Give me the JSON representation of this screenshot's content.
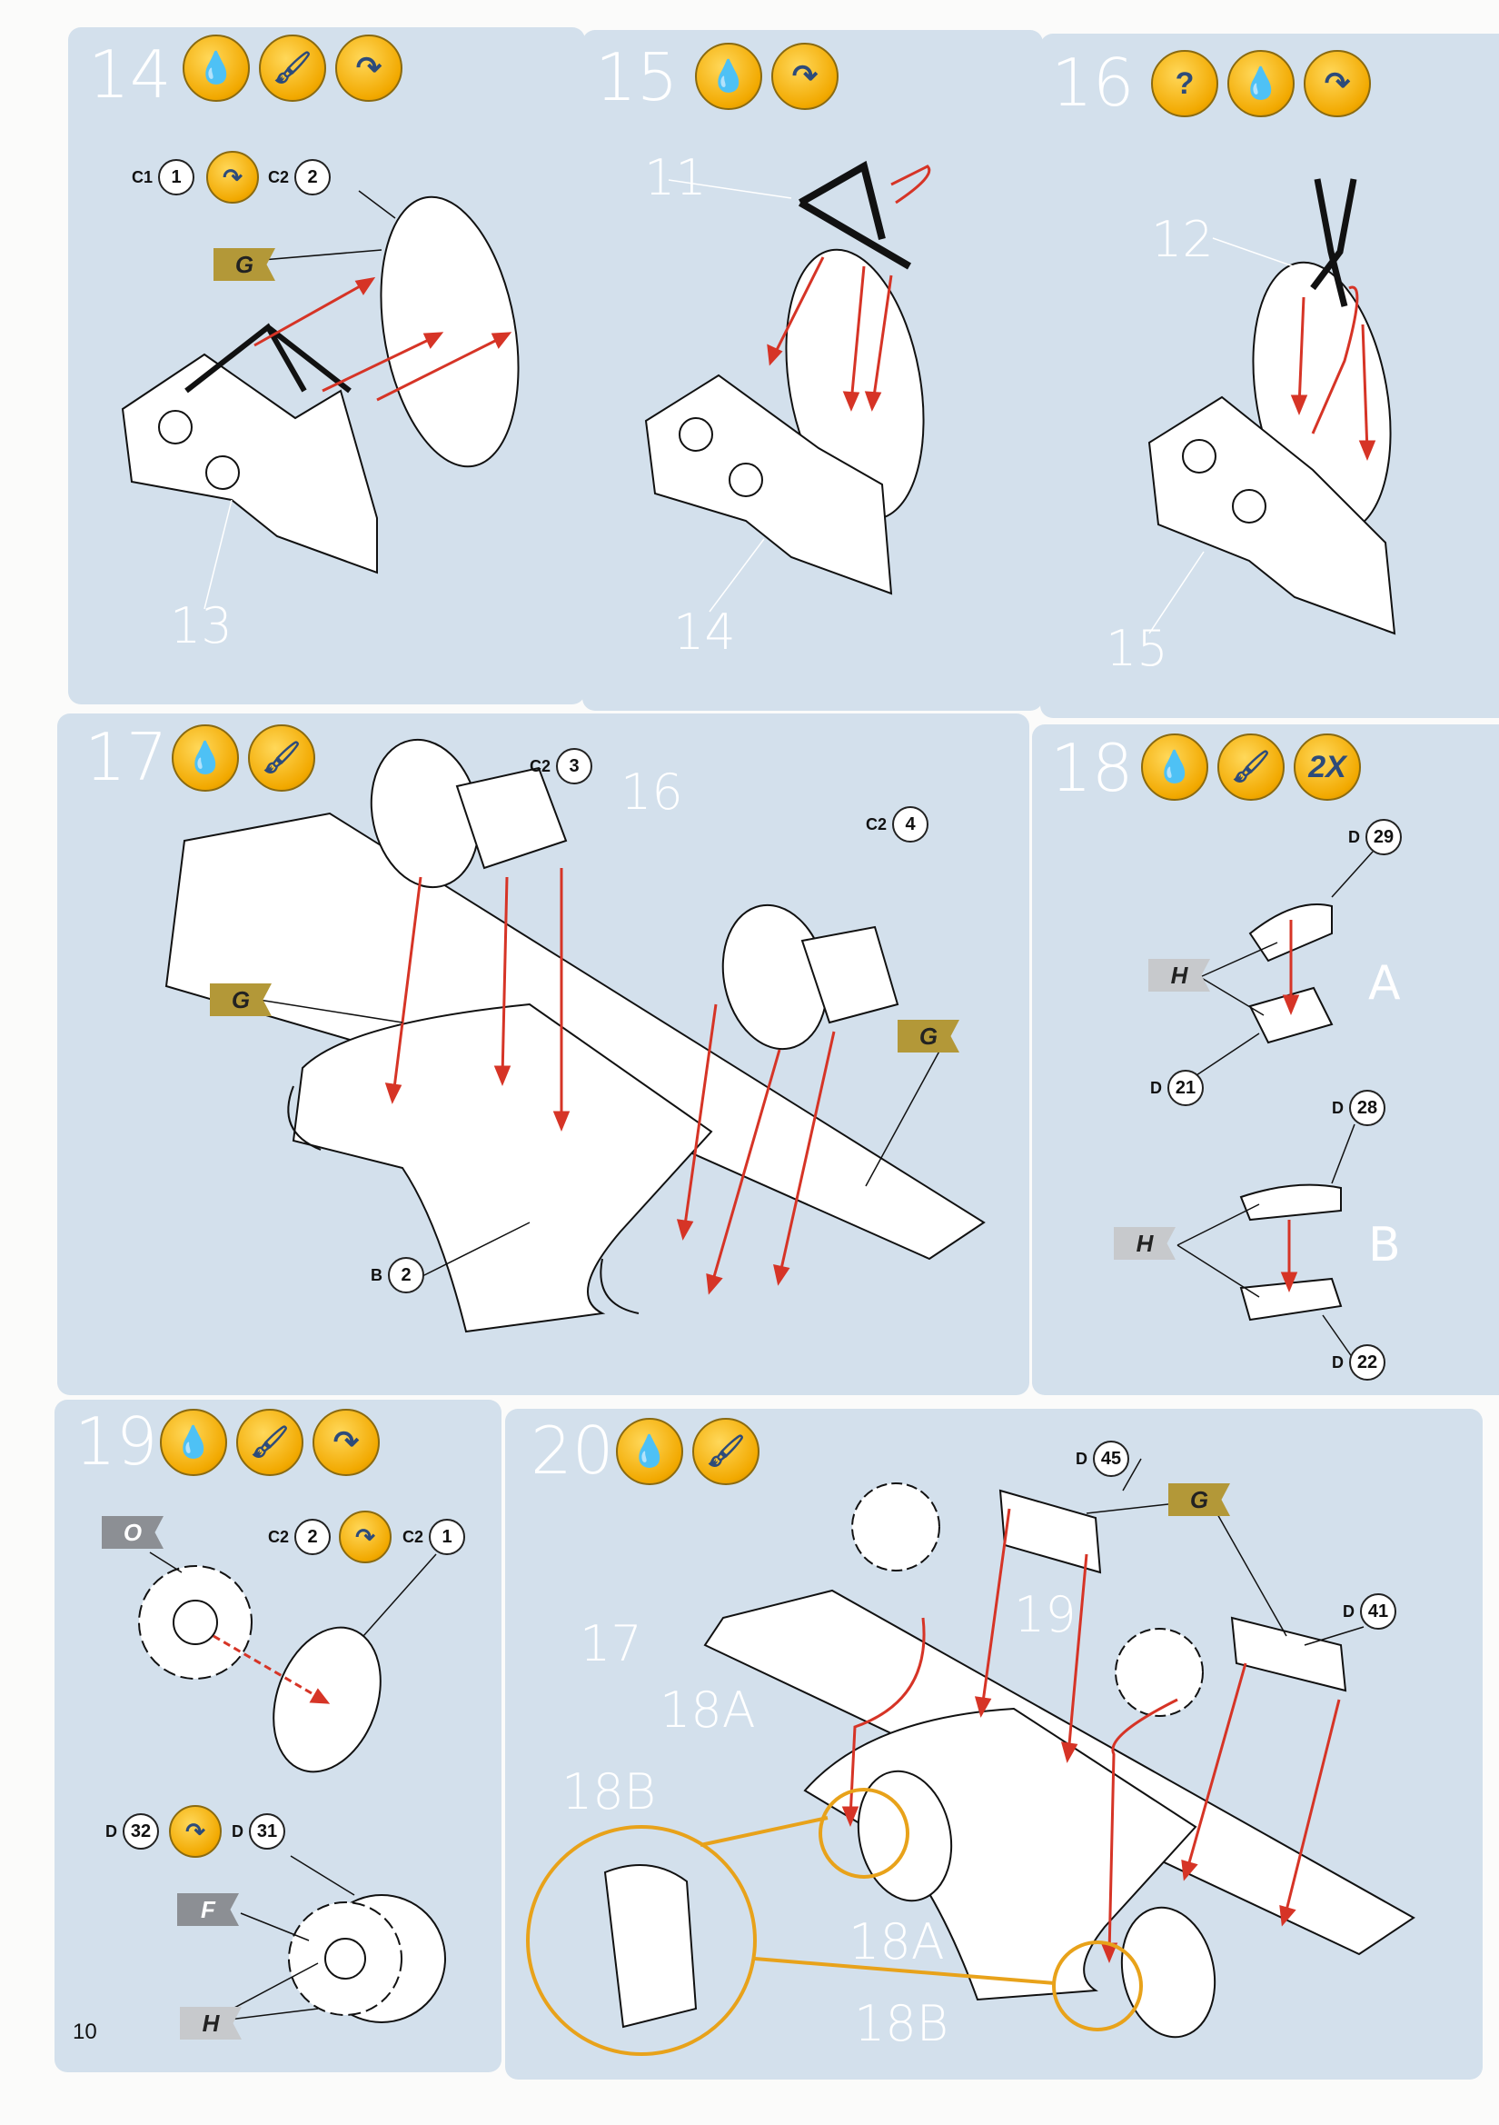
{
  "page_number": "10",
  "icons": {
    "glue": "glue-icon",
    "paint": "paint-icon",
    "turn": "turn-over-icon",
    "question": "?",
    "twice": "2X"
  },
  "steps": [
    {
      "number": "14",
      "callouts": [
        {
          "prefix": "C1",
          "num": "1"
        },
        {
          "prefix": "C2",
          "num": "2"
        }
      ],
      "flags": [
        "G"
      ],
      "labels": [
        "13"
      ]
    },
    {
      "number": "15",
      "labels": [
        "11",
        "14"
      ]
    },
    {
      "number": "16",
      "labels": [
        "12",
        "15"
      ]
    },
    {
      "number": "17",
      "callouts": [
        {
          "prefix": "C2",
          "num": "3"
        },
        {
          "prefix": "C2",
          "num": "4"
        },
        {
          "prefix": "B",
          "num": "2"
        }
      ],
      "flags": [
        "G",
        "G"
      ],
      "labels": [
        "16"
      ]
    },
    {
      "number": "18",
      "callouts": [
        {
          "prefix": "D",
          "num": "29"
        },
        {
          "prefix": "D",
          "num": "21"
        },
        {
          "prefix": "D",
          "num": "28"
        },
        {
          "prefix": "D",
          "num": "22"
        }
      ],
      "flags": [
        "H",
        "H"
      ],
      "variants": [
        "A",
        "B"
      ]
    },
    {
      "number": "19",
      "callouts": [
        {
          "prefix": "C2",
          "num": "2"
        },
        {
          "prefix": "C2",
          "num": "1"
        },
        {
          "prefix": "D",
          "num": "32"
        },
        {
          "prefix": "D",
          "num": "31"
        }
      ],
      "flags": [
        "O",
        "F",
        "H"
      ]
    },
    {
      "number": "20",
      "callouts": [
        {
          "prefix": "D",
          "num": "45"
        },
        {
          "prefix": "D",
          "num": "41"
        }
      ],
      "flags": [
        "G"
      ],
      "labels": [
        "17",
        "19",
        "18A",
        "18B",
        "18A",
        "18B"
      ]
    }
  ]
}
